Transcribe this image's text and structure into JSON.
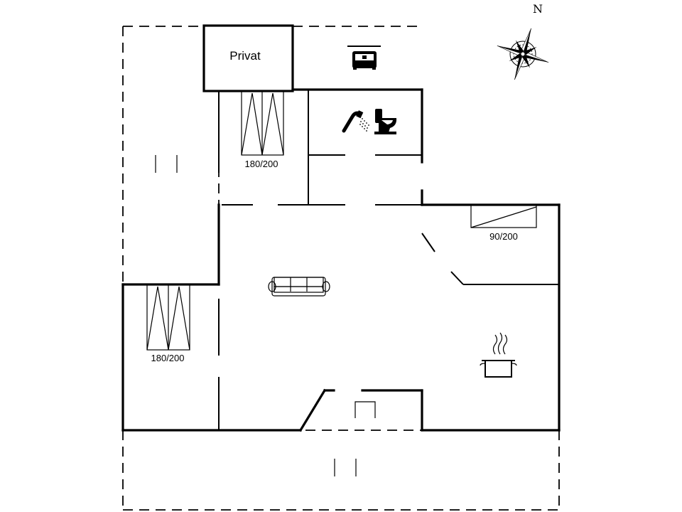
{
  "compass": {
    "north_label": "N",
    "icon": "compass-rose-icon"
  },
  "rooms": {
    "private_label": "Privat",
    "bedroom_top_bed": "180/200",
    "bedroom_left_bed": "180/200",
    "bedroom_right_bed": "90/200"
  },
  "icons": {
    "double_bed": "double-bed-icon",
    "shower": "shower-icon",
    "toilet": "toilet-icon",
    "sofa": "sofa-icon",
    "cooking_pot": "cooking-pot-icon"
  }
}
